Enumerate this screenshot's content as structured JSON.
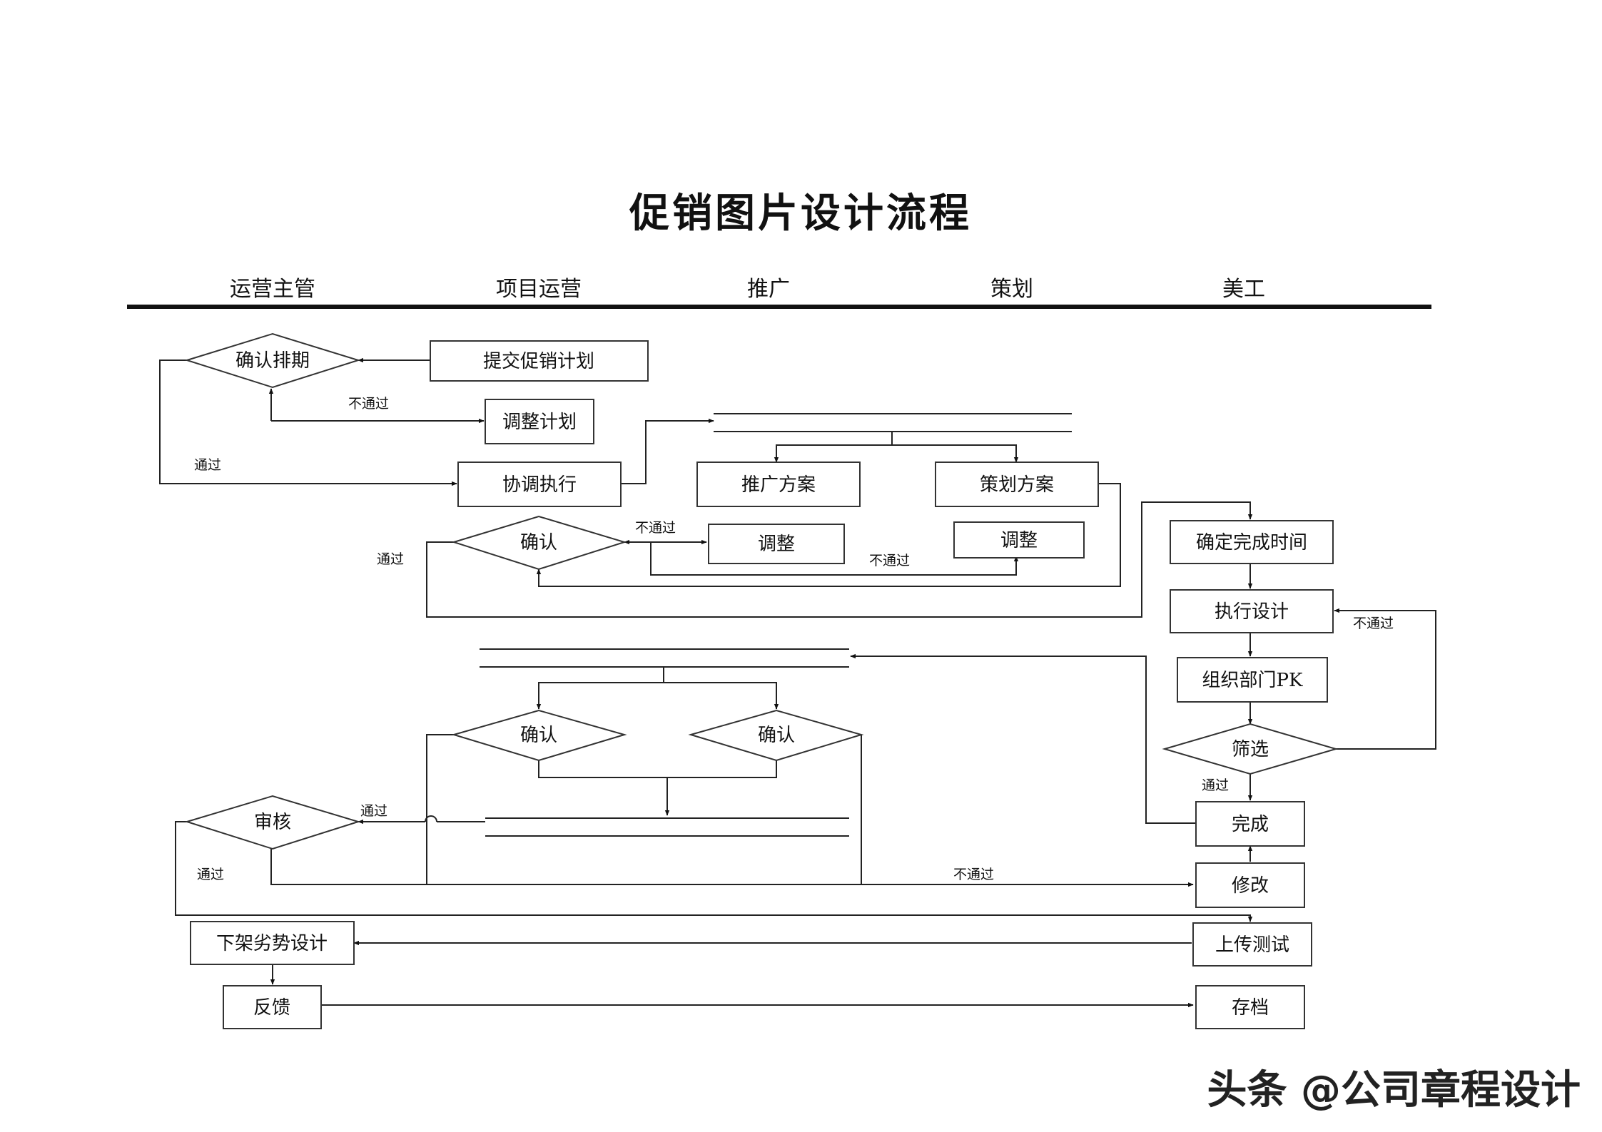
{
  "title": "促销图片设计流程",
  "lanes": [
    "运营主管",
    "项目运营",
    "推广",
    "策划",
    "美工"
  ],
  "nodes": {
    "confirm_schedule": "确认排期",
    "submit_plan": "提交促销计划",
    "adjust_plan": "调整计划",
    "coordinate": "协调执行",
    "promo_plan": "推广方案",
    "planning_plan": "策划方案",
    "confirm_1": "确认",
    "adjust_promo": "调整",
    "adjust_planning": "调整",
    "set_time": "确定完成时间",
    "execute_design": "执行设计",
    "dept_pk": "组织部门PK",
    "screen": "筛选",
    "confirm_2": "确认",
    "confirm_3": "确认",
    "review": "审核",
    "complete": "完成",
    "modify": "修改",
    "takedown": "下架劣势设计",
    "upload_test": "上传测试",
    "feedback": "反馈",
    "archive": "存档"
  },
  "edge_labels": {
    "fail_1": "不通过",
    "pass_1": "通过",
    "fail_2": "不通过",
    "pass_2": "通过",
    "fail_3": "不通过",
    "fail_4": "不通过",
    "pass_3": "通过",
    "pass_4": "通过",
    "pass_5": "通过",
    "fail_5": "不通过"
  },
  "watermark": "头条 @公司章程设计"
}
